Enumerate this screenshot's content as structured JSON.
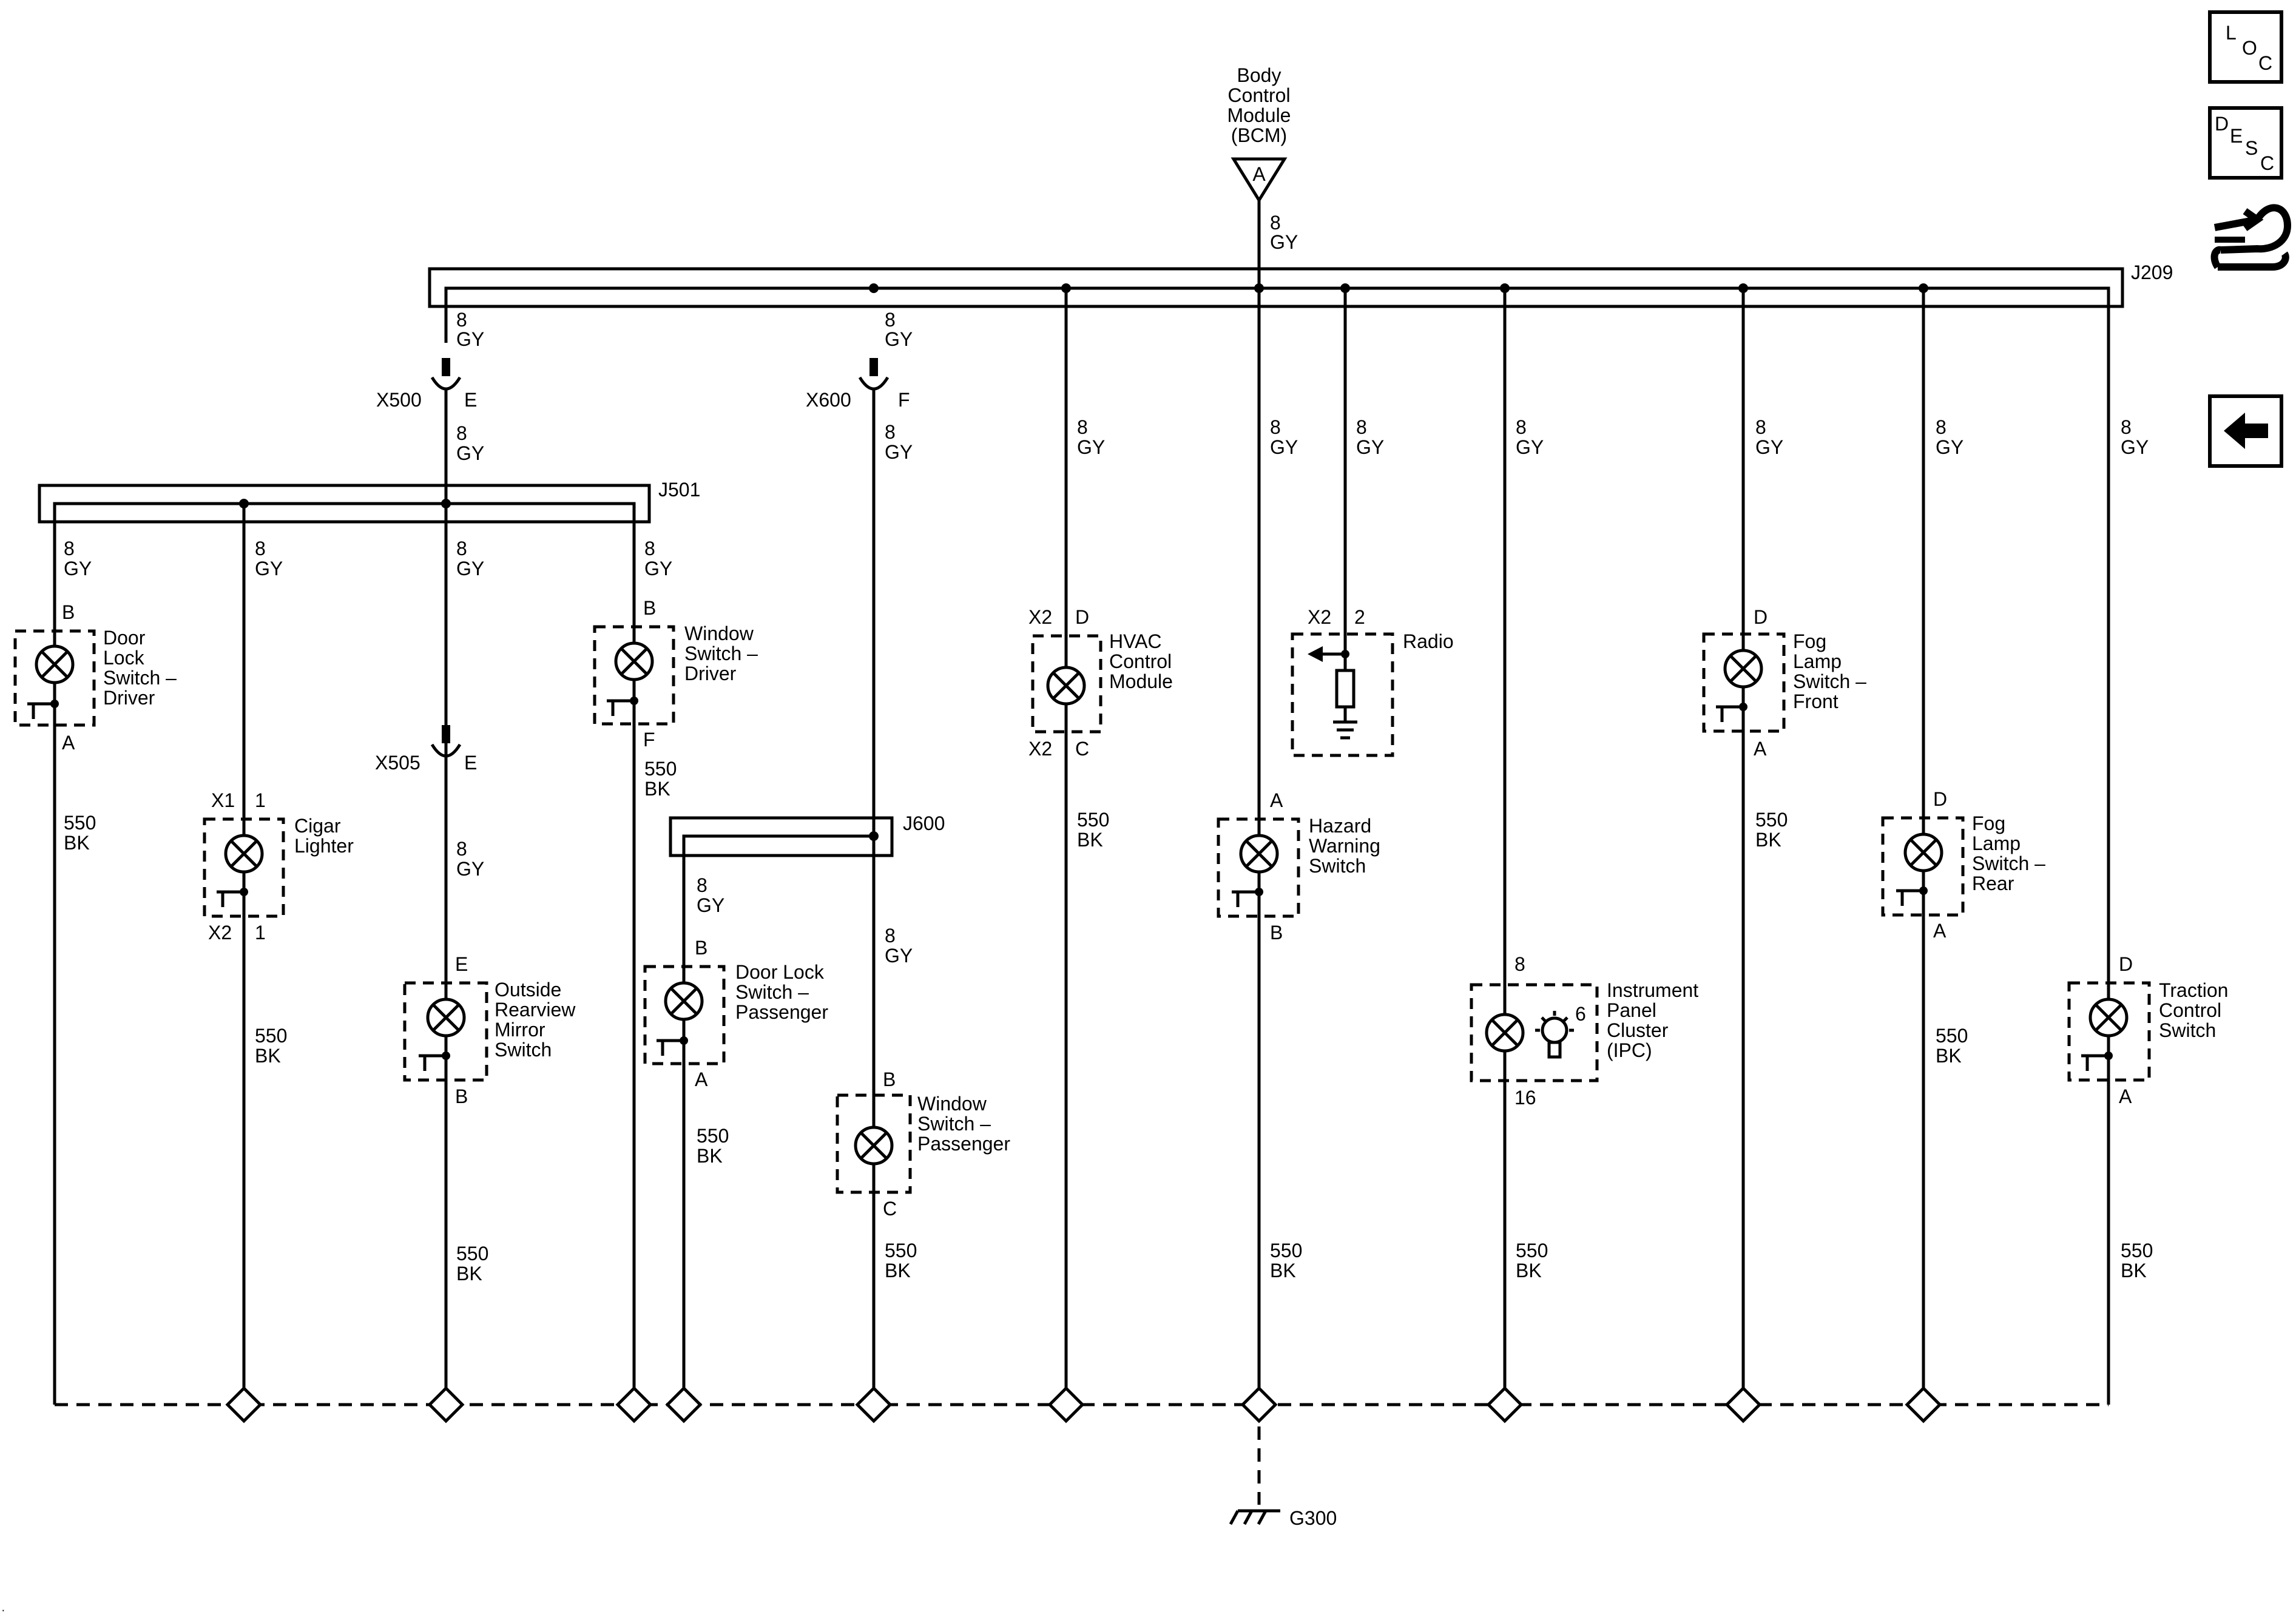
{
  "bcm": {
    "name": [
      "Body",
      "Control",
      "Module",
      "(BCM)"
    ],
    "pin": "A",
    "wire": [
      "8",
      "GY"
    ]
  },
  "splices": {
    "j209": "J209",
    "j501": "J501",
    "j600": "J600"
  },
  "connectors": {
    "x500": {
      "name": "X500",
      "pin": "E"
    },
    "x600": {
      "name": "X600",
      "pin": "F"
    },
    "x505": {
      "name": "X505",
      "pin": "E"
    }
  },
  "wire_labels": {
    "gy_num": "8",
    "gy_col": "GY",
    "bk_num": "550",
    "bk_col": "BK"
  },
  "components": {
    "door_lock_driver": {
      "name": [
        "Door",
        "Lock",
        "Switch –",
        "Driver"
      ],
      "pin_top": "B",
      "pin_bot": "A"
    },
    "cigar_lighter": {
      "name": [
        "Cigar",
        "Lighter"
      ],
      "conn_top": "X1",
      "pin_top": "1",
      "conn_bot": "X2",
      "pin_bot": "1"
    },
    "mirror_switch": {
      "name": [
        "Outside",
        "Rearview",
        "Mirror",
        "Switch"
      ],
      "pin_top": "E",
      "pin_bot": "B"
    },
    "window_driver": {
      "name": [
        "Window",
        "Switch –",
        "Driver"
      ],
      "pin_top": "B",
      "pin_bot": "F"
    },
    "door_lock_passenger": {
      "name": [
        "Door Lock",
        "Switch –",
        "Passenger"
      ],
      "pin_top": "B",
      "pin_bot": "A"
    },
    "window_passenger": {
      "name": [
        "Window",
        "Switch –",
        "Passenger"
      ],
      "pin_top": "B",
      "pin_bot": "C"
    },
    "hvac": {
      "name": [
        "HVAC",
        "Control",
        "Module"
      ],
      "conn_top": "X2",
      "pin_top": "D",
      "conn_bot": "X2",
      "pin_bot": "C"
    },
    "radio": {
      "name": [
        "Radio"
      ],
      "conn_top": "X2",
      "pin_top": "2"
    },
    "hazard": {
      "name": [
        "Hazard",
        "Warning",
        "Switch"
      ],
      "pin_top": "A",
      "pin_bot": "B"
    },
    "ipc": {
      "name": [
        "Instrument",
        "Panel",
        "Cluster",
        "(IPC)"
      ],
      "pin_top": "8",
      "pin_bot": "16",
      "bulb_pin": "6"
    },
    "fog_front": {
      "name": [
        "Fog",
        "Lamp",
        "Switch –",
        "Front"
      ],
      "pin_top": "D",
      "pin_bot": "A"
    },
    "fog_rear": {
      "name": [
        "Fog",
        "Lamp",
        "Switch –",
        "Rear"
      ],
      "pin_top": "D",
      "pin_bot": "A"
    },
    "traction": {
      "name": [
        "Traction",
        "Control",
        "Switch"
      ],
      "pin_top": "D",
      "pin_bot": "A"
    }
  },
  "ground": {
    "name": "G300"
  },
  "nav": {
    "loc": [
      "L",
      "O",
      "C"
    ],
    "desc": [
      "D",
      "E",
      "S",
      "C"
    ],
    "connector_view_icon": "connector-wrench-icon",
    "back_icon": "left-arrow-icon"
  }
}
